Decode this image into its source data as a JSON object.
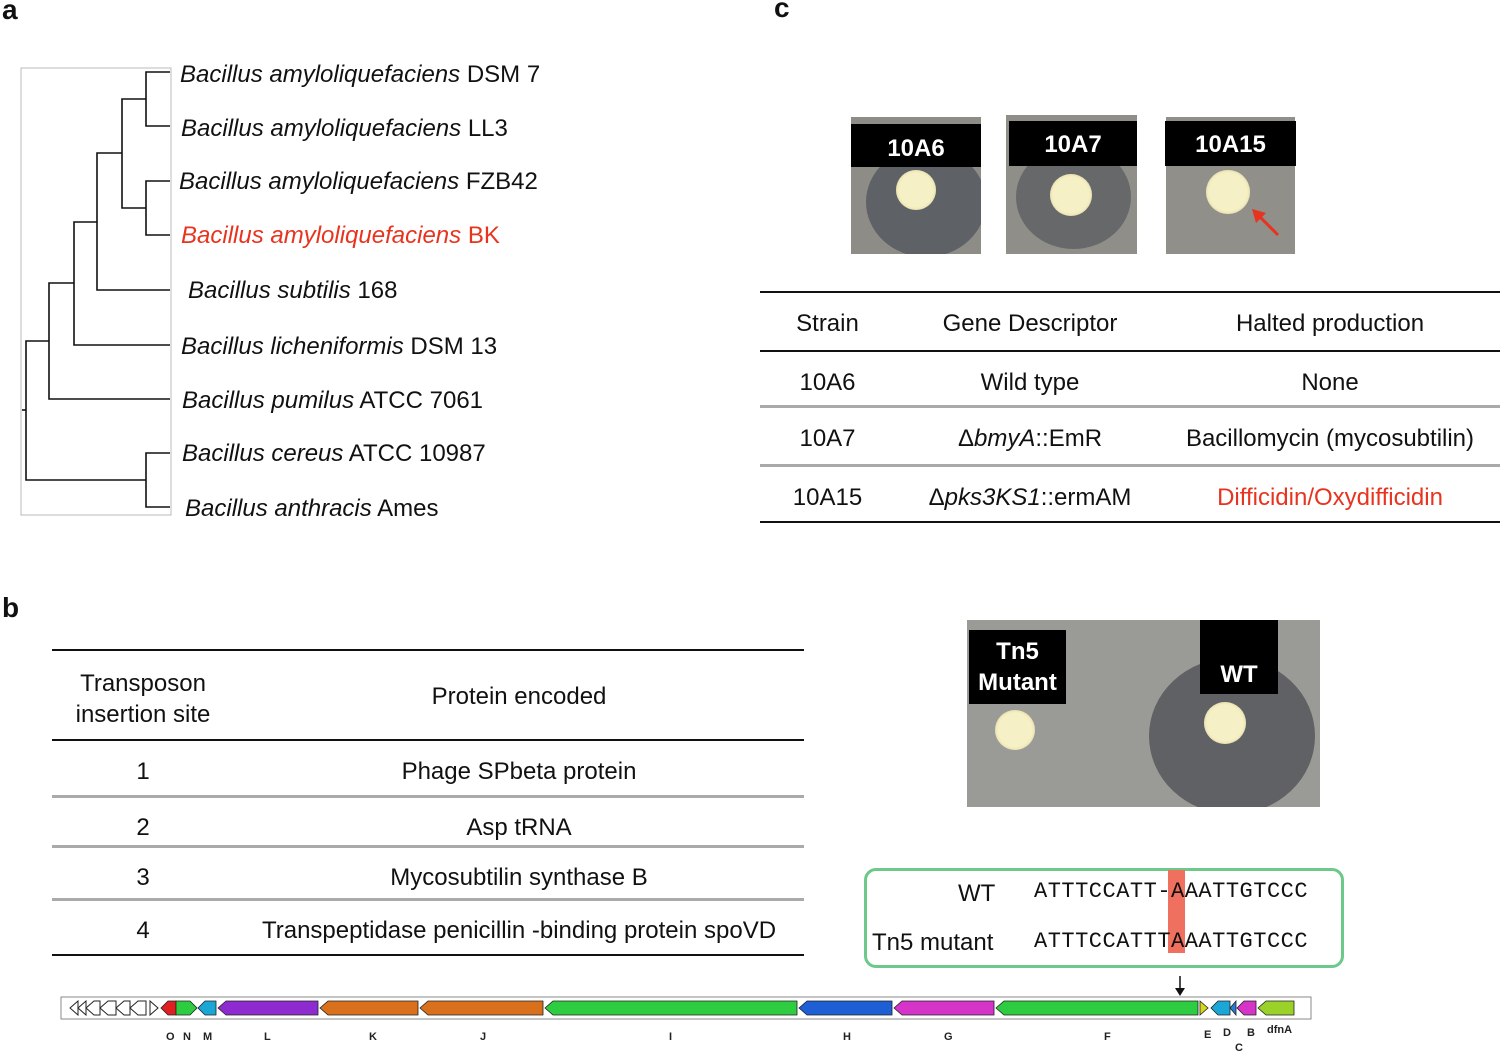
{
  "panels": {
    "a": "a",
    "b": "b",
    "c": "c"
  },
  "tree": {
    "taxa": [
      {
        "genus": "Bacillus amyloliquefaciens",
        "strain": "DSM 7",
        "highlight": false
      },
      {
        "genus": "Bacillus amyloliquefaciens",
        "strain": "LL3",
        "highlight": false
      },
      {
        "genus": "Bacillus amyloliquefaciens",
        "strain": "FZB42",
        "highlight": false
      },
      {
        "genus": "Bacillus amyloliquefaciens",
        "strain": "BK",
        "highlight": true
      },
      {
        "genus": "Bacillus subtilis",
        "strain": "168",
        "highlight": false
      },
      {
        "genus": "Bacillus licheniformis",
        "strain": "DSM 13",
        "highlight": false
      },
      {
        "genus": "Bacillus pumilus",
        "strain": "ATCC 7061",
        "highlight": false
      },
      {
        "genus": "Bacillus cereus",
        "strain": "ATCC 10987",
        "highlight": false
      },
      {
        "genus": "Bacillus anthracis",
        "strain": "Ames",
        "highlight": false
      }
    ]
  },
  "plates_c": [
    {
      "label": "10A6"
    },
    {
      "label": "10A7"
    },
    {
      "label": "10A15"
    }
  ],
  "table_c": {
    "headers": [
      "Strain",
      "Gene Descriptor",
      "Halted production"
    ],
    "rows": [
      {
        "strain": "10A6",
        "gene_prefix": "",
        "gene_italic": "",
        "gene_suffix": "Wild type",
        "halted": "None",
        "highlight": false
      },
      {
        "strain": "10A7",
        "gene_prefix": "Δ",
        "gene_italic": "bmyA",
        "gene_suffix": "::EmR",
        "halted": "Bacillomycin (mycosubtilin)",
        "highlight": false
      },
      {
        "strain": "10A15",
        "gene_prefix": "Δ",
        "gene_italic": "pks3KS1",
        "gene_suffix": "::ermAM",
        "halted": "Difficidin/Oxydifficidin",
        "highlight": true
      }
    ]
  },
  "table_b": {
    "headers": [
      "Transposon insertion site",
      "Protein encoded"
    ],
    "rows": [
      {
        "site": "1",
        "protein": "Phage SPbeta protein"
      },
      {
        "site": "2",
        "protein": "Asp tRNA"
      },
      {
        "site": "3",
        "protein": "Mycosubtilin synthase B"
      },
      {
        "site": "4",
        "protein": "Transpeptidase penicillin -binding protein spoVD"
      }
    ]
  },
  "plate_b": {
    "mutant_label_1": "Tn5",
    "mutant_label_2": "Mutant",
    "wt_label": "WT"
  },
  "sequence": {
    "wt_label": "WT",
    "wt_left": "ATTTCCATT",
    "wt_gap": "-",
    "wt_right": "AAATTGTCCC",
    "mut_label": "Tn5 mutant",
    "mut_left": "ATTTCCATT",
    "mut_insert": "T",
    "mut_right": "AAATTGTCCC",
    "highlight_color": "#f0705f"
  },
  "gene_cluster": {
    "colors": {
      "red": "#e02020",
      "green": "#2ecc40",
      "cyan": "#1aa7d6",
      "purple": "#8e2bd0",
      "orange": "#d9701c",
      "blue": "#1f5fd6",
      "magenta": "#d633c9",
      "yellow": "#d6d61c",
      "lime": "#9ad22a"
    },
    "labels": [
      "O",
      "N",
      "M",
      "L",
      "K",
      "J",
      "I",
      "H",
      "G",
      "F",
      "E",
      "D",
      "C",
      "B",
      "dfnA"
    ]
  }
}
